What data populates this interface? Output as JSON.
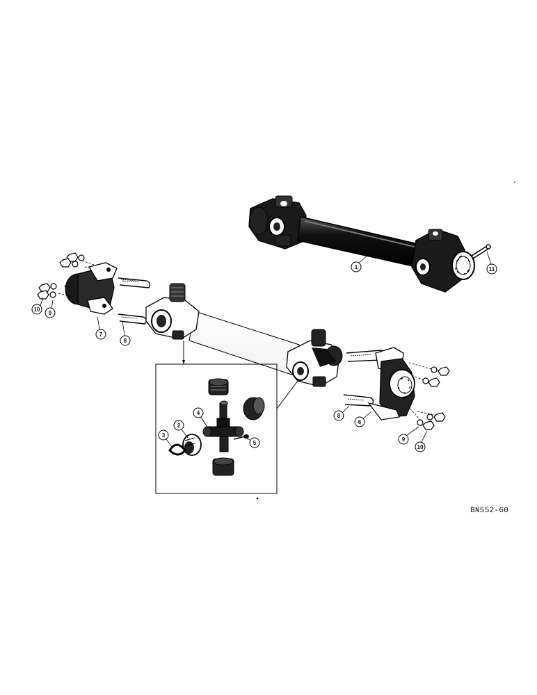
{
  "figure_id": "BN552-60",
  "callouts": [
    "1",
    "2",
    "3",
    "4",
    "5",
    "6",
    "7",
    "8",
    "9",
    "10",
    "11"
  ],
  "parts": [
    {
      "callout": "1"
    },
    {
      "callout": "2"
    },
    {
      "callout": "3"
    },
    {
      "callout": "4"
    },
    {
      "callout": "5"
    },
    {
      "callout": "6"
    },
    {
      "callout": "7"
    },
    {
      "callout": "8"
    },
    {
      "callout": "9"
    },
    {
      "callout": "10"
    },
    {
      "callout": "11"
    }
  ],
  "colors": {
    "ink": "#111111",
    "paper": "#ffffff",
    "shade": "#2a2a2a",
    "mid": "#6a6a6a"
  }
}
